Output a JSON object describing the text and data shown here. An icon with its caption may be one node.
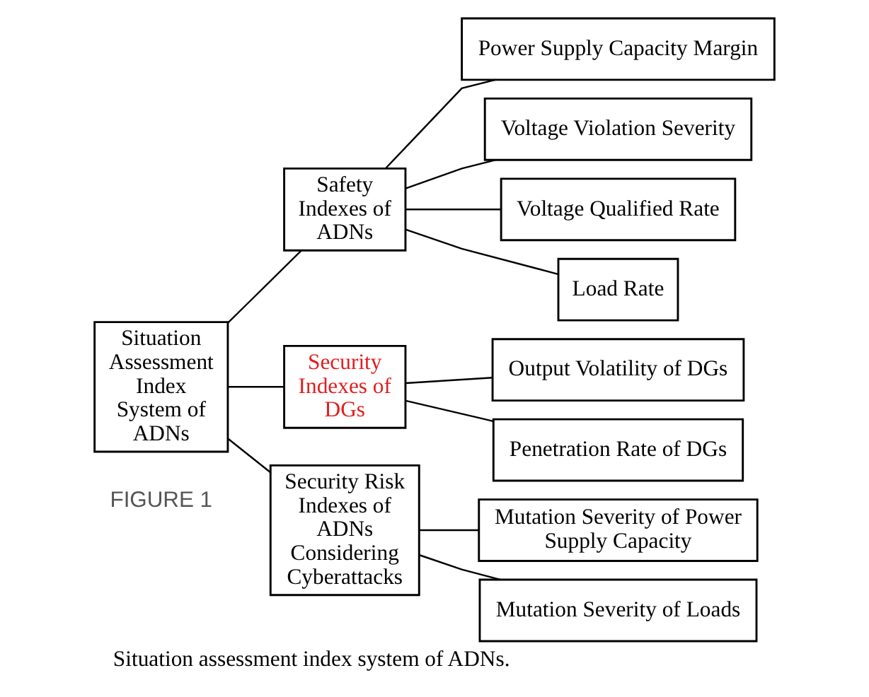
{
  "diagram": {
    "caption": "Situation assessment index system of ADNs.",
    "nodes": [
      {
        "text": [
          "Situation Assessment Index System of ADNs"
        ]
      },
      {
        "text": [
          "Safety Indexes of ADNs"
        ]
      },
      {
        "text": [
          "Power Supply Capacity Margin"
        ]
      },
      {
        "text": [
          "Voltage Violation Severity"
        ]
      },
      {
        "text": [
          "Voltage Qualified Rate"
        ]
      },
      {
        "text": [
          "Load Rate"
        ]
      },
      {
        "text": [
          "Security Indexes of DGs"
        ]
      },
      {
        "text": [
          "Output Volatility of DGs"
        ]
      },
      {
        "text": [
          "Penetration Rate of DGs"
        ]
      },
      {
        "text": [
          "Security Risk Indexes of ADNs Considering Cyberattacks"
        ]
      },
      {
        "text": [
          "Mutation Severity of Power Supply Capacity"
        ]
      },
      {
        "text": [
          "Mutation Severity of Loads"
        ]
      }
    ],
    "edges": [
      {
        "from": 0,
        "to": 1,
        "arrow": "none"
      },
      {
        "from": 0,
        "to": 6,
        "arrow": "none"
      },
      {
        "from": 0,
        "to": 9,
        "arrow": "none"
      },
      {
        "from": 1,
        "to": 2,
        "arrow": "none"
      },
      {
        "from": 1,
        "to": 3,
        "arrow": "none"
      },
      {
        "from": 1,
        "to": 4,
        "arrow": "none"
      },
      {
        "from": 1,
        "to": 5,
        "arrow": "none"
      },
      {
        "from": 6,
        "to": 7,
        "arrow": "none"
      },
      {
        "from": 6,
        "to": 8,
        "arrow": "none"
      },
      {
        "from": 9,
        "to": 10,
        "arrow": "none"
      },
      {
        "from": 9,
        "to": 11,
        "arrow": "none"
      }
    ],
    "labels": [
      "FIGURE 1"
    ]
  }
}
